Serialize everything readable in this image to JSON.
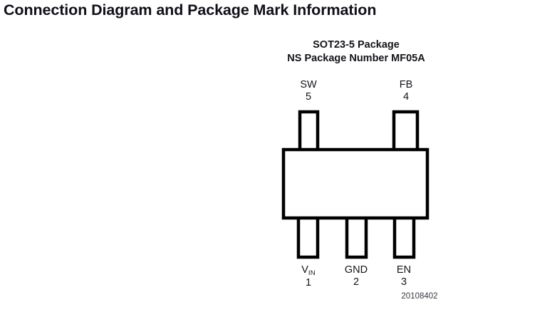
{
  "page": {
    "title": "Connection Diagram and Package Mark Information",
    "background_color": "#ffffff",
    "ink_color": "#000000"
  },
  "package": {
    "caption_line_1": "SOT23-5 Package",
    "caption_line_2": "NS Package Number MF05A",
    "type": "SOT23-5",
    "ns_package_number": "MF05A",
    "pin_count": 5,
    "drawing_number": "20108402"
  },
  "pins": {
    "top": [
      {
        "name": "SW",
        "number": "5",
        "subscript": ""
      },
      {
        "name": "FB",
        "number": "4",
        "subscript": ""
      }
    ],
    "bottom": [
      {
        "name": "V",
        "number": "1",
        "subscript": "IN"
      },
      {
        "name": "GND",
        "number": "2",
        "subscript": ""
      },
      {
        "name": "EN",
        "number": "3",
        "subscript": ""
      }
    ]
  }
}
